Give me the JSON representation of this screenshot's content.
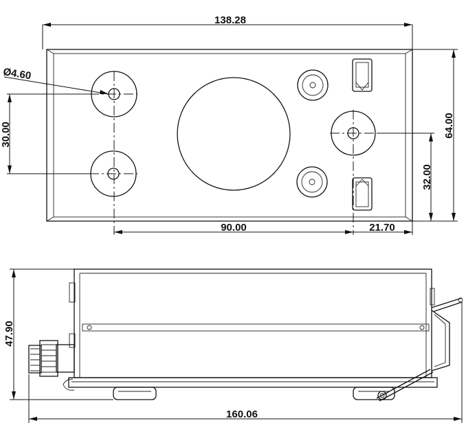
{
  "dimensions": {
    "top_width": "138.28",
    "hole_diameter": "Ø4.60",
    "hole_spacing_vertical": "30.00",
    "overall_height": "64.00",
    "hole_offset_from_bottom": "32.00",
    "hole_spacing_horizontal": "90.00",
    "hole_offset_right": "21.70",
    "side_height": "47.90",
    "overall_length": "160.06"
  }
}
